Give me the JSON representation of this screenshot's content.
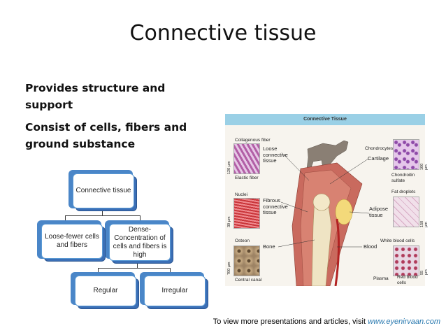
{
  "slide": {
    "title": "Connective tissue",
    "bullets": [
      "Provides structure and support",
      "Consist of cells, fibers and ground substance"
    ]
  },
  "org_chart": {
    "root": "Connective tissue",
    "level1": [
      "Loose-fewer cells and fibers",
      "Dense- Concentration of cells and fibers is high"
    ],
    "level2": [
      "Regular",
      "Irregular"
    ]
  },
  "figure": {
    "header": "Connective Tissue",
    "labels": {
      "collagenous_fiber": "Collagenous fiber",
      "loose": "Loose connective tissue",
      "elastic_fiber": "Elastic fiber",
      "chondrocytes": "Chondrocytes",
      "cartilage": "Cartilage",
      "chondroitin": "Chondroitin sulfate",
      "nuclei": "Nuclei",
      "fibrous": "Fibrous connective tissue",
      "fat_droplets": "Fat droplets",
      "adipose": "Adipose tissue",
      "osteon": "Osteon",
      "bone": "Bone",
      "blood": "Blood",
      "white_cells": "White blood cells",
      "central_canal": "Central canal",
      "plasma": "Plasma",
      "red_cells": "Red blood cells"
    },
    "scales": [
      "120 µm",
      "100 µm",
      "30 µm",
      "150 µm",
      "700 µm",
      "55 µm"
    ]
  },
  "footer": {
    "text": "To view more presentations and articles, visit ",
    "link": "www.eyenirvaan.com"
  }
}
